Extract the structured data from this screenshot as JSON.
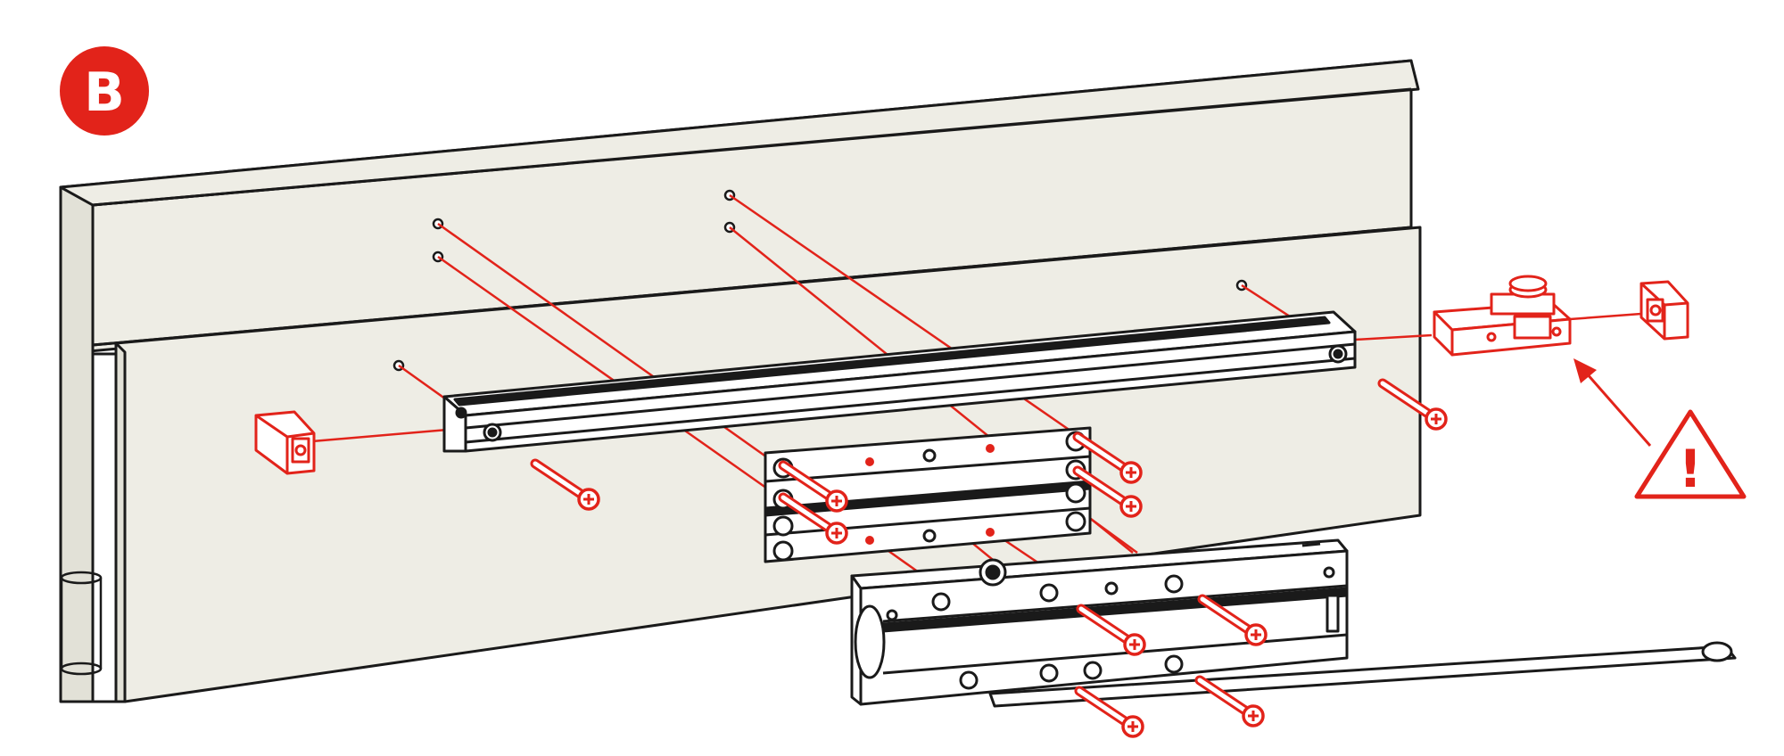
{
  "step_label": "B",
  "colors": {
    "accent": "#e2231a",
    "outline": "#1a1a1a",
    "door_fill": "#eeede5",
    "part_fill": "#ffffff"
  },
  "warning": {
    "symbol": "!"
  },
  "parts": [
    "door-leaf",
    "slide-rail",
    "mounting-plate",
    "door-closer-body",
    "closer-arm",
    "rail-end-cap-left",
    "rail-end-cap-right",
    "rail-stop-block",
    "hinge",
    "fixing-screws"
  ]
}
